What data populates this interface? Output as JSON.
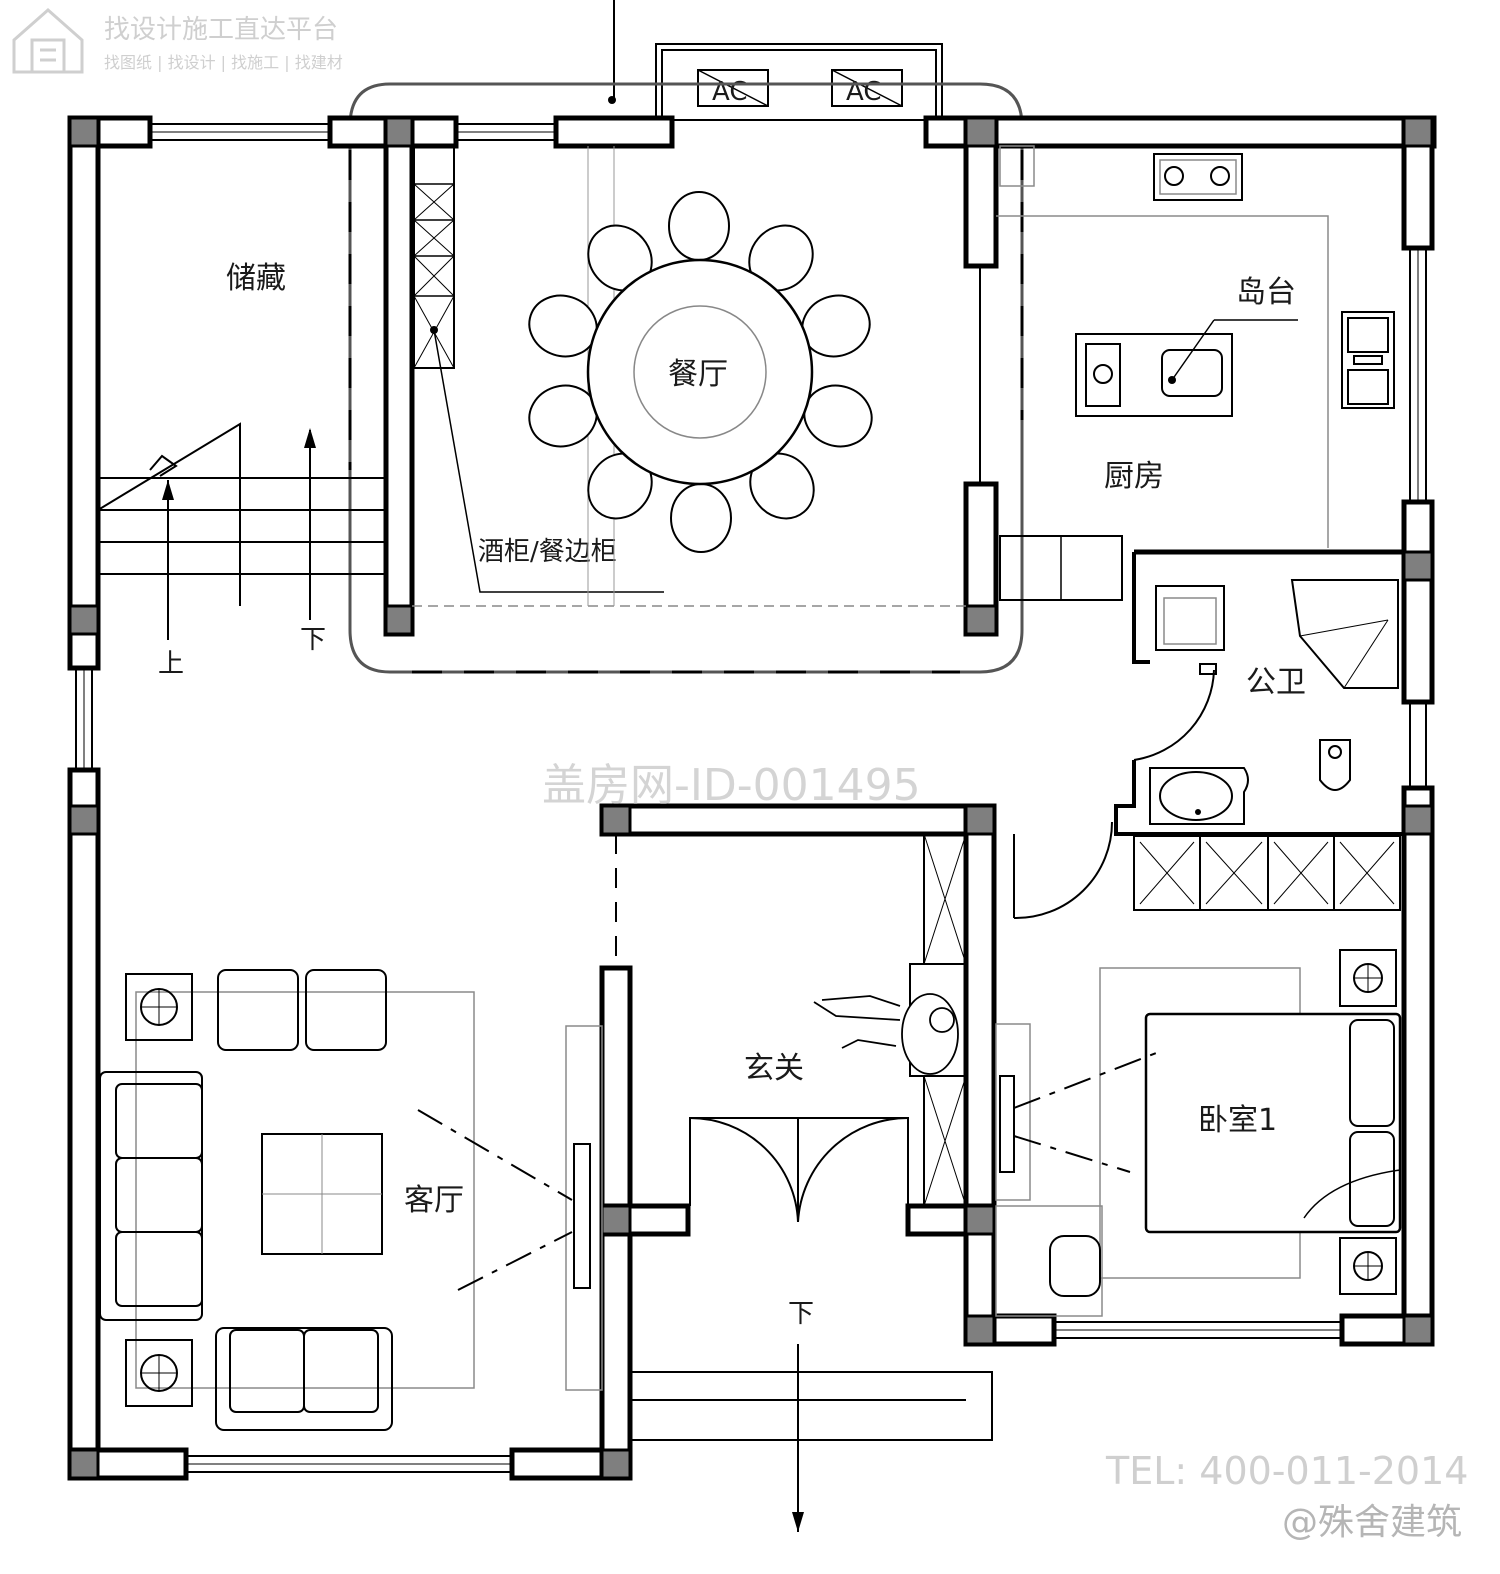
{
  "watermark": {
    "brand_title": "找设计施工直达平台",
    "brand_sub": "找图纸 | 找设计 | 找施工 | 找建材",
    "center_id": "盖房网-ID-001495",
    "tel": "TEL: 400-011-2014",
    "handle": "@殊舍建筑"
  },
  "rooms": {
    "storage": "储藏",
    "dining": "餐厅",
    "kitchen": "厨房",
    "island": "岛台",
    "wine_cabinet": "酒柜/餐边柜",
    "public_bath": "公卫",
    "foyer": "玄关",
    "living": "客厅",
    "bedroom1": "卧室1"
  },
  "stairs": {
    "up": "上",
    "down": "下"
  },
  "foyer_exit": "下",
  "ac_units": [
    "AC",
    "AC"
  ]
}
